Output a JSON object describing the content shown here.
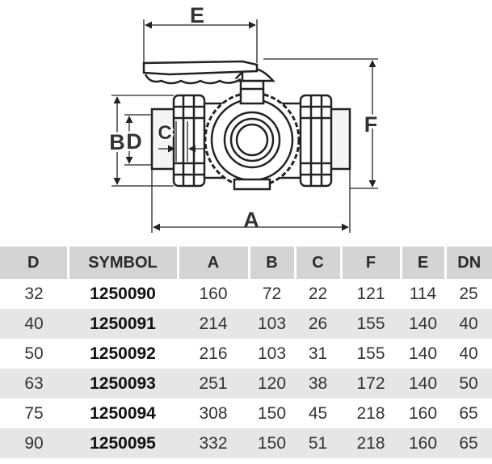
{
  "dimension_labels": {
    "E": "E",
    "F": "F",
    "B": "B",
    "D": "D",
    "C": "C",
    "A": "A"
  },
  "table": {
    "headers": [
      "D",
      "SYMBOL",
      "A",
      "B",
      "C",
      "F",
      "E",
      "DN"
    ],
    "rows": [
      [
        "32",
        "1250090",
        "160",
        "72",
        "22",
        "121",
        "114",
        "25"
      ],
      [
        "40",
        "1250091",
        "214",
        "103",
        "26",
        "155",
        "140",
        "40"
      ],
      [
        "50",
        "1250092",
        "216",
        "103",
        "31",
        "155",
        "140",
        "40"
      ],
      [
        "63",
        "1250093",
        "251",
        "120",
        "38",
        "172",
        "140",
        "50"
      ],
      [
        "75",
        "1250094",
        "308",
        "150",
        "45",
        "218",
        "160",
        "65"
      ],
      [
        "90",
        "1250095",
        "332",
        "150",
        "51",
        "218",
        "160",
        "65"
      ]
    ]
  }
}
